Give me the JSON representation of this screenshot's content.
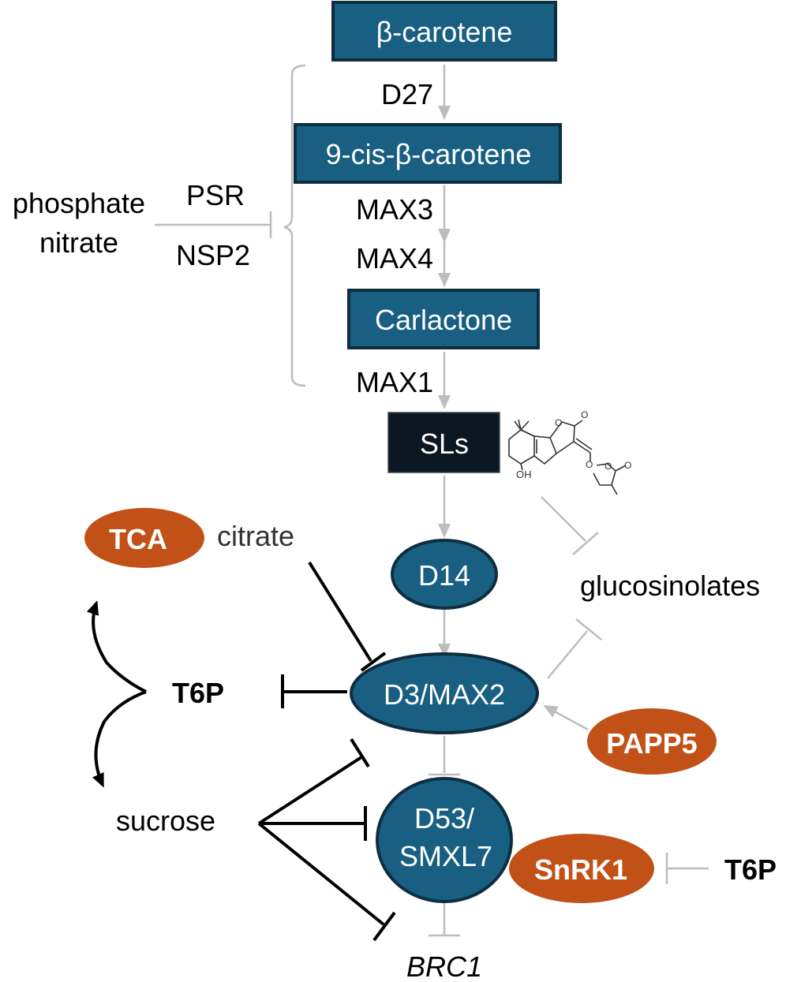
{
  "colors": {
    "node_blue": "#185f82",
    "node_blue_border": "#0d2e40",
    "node_dark": "#0b1722",
    "node_orange": "#c15117",
    "edge_gray": "#bdbdbd",
    "edge_black": "#000000",
    "text_black": "#000000",
    "text_white": "#ffffff"
  },
  "pathway": {
    "nodes": {
      "beta_carotene": "β-carotene",
      "nine_cis": "9-cis-β-carotene",
      "carlactone": "Carlactone",
      "sls": "SLs",
      "d14": "D14",
      "d3_max2": "D3/MAX2",
      "d53_line1": "D53/",
      "d53_line2": "SMXL7",
      "tca": "TCA",
      "papp5": "PAPP5",
      "snrk1": "SnRK1"
    },
    "enzymes": {
      "d27": "D27",
      "max3": "MAX3",
      "max4": "MAX4",
      "max1": "MAX1"
    },
    "regulators": {
      "phosphate": "phosphate",
      "nitrate": "nitrate",
      "psr": "PSR",
      "nsp2": "NSP2"
    },
    "labels": {
      "citrate": "citrate",
      "glucosinolates": "glucosinolates",
      "t6p_left": "T6P",
      "t6p_right": "T6P",
      "sucrose": "sucrose",
      "brc1": "BRC1"
    },
    "structure_labels": {
      "oh": "OH"
    }
  }
}
